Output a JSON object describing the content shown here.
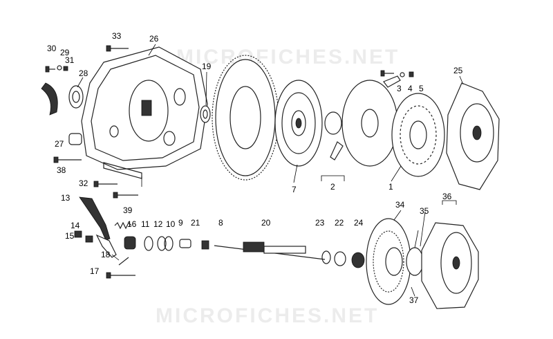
{
  "watermark": "MICROFICHES.NET",
  "callouts": [
    "33",
    "26",
    "30",
    "29",
    "31",
    "28",
    "19",
    "25",
    "3",
    "4",
    "5",
    "27",
    "38",
    "32",
    "39",
    "7",
    "2",
    "1",
    "13",
    "14",
    "15",
    "16",
    "11",
    "12",
    "10",
    "9",
    "21",
    "8",
    "20",
    "23",
    "22",
    "24",
    "34",
    "35",
    "36",
    "18",
    "17",
    "37"
  ]
}
